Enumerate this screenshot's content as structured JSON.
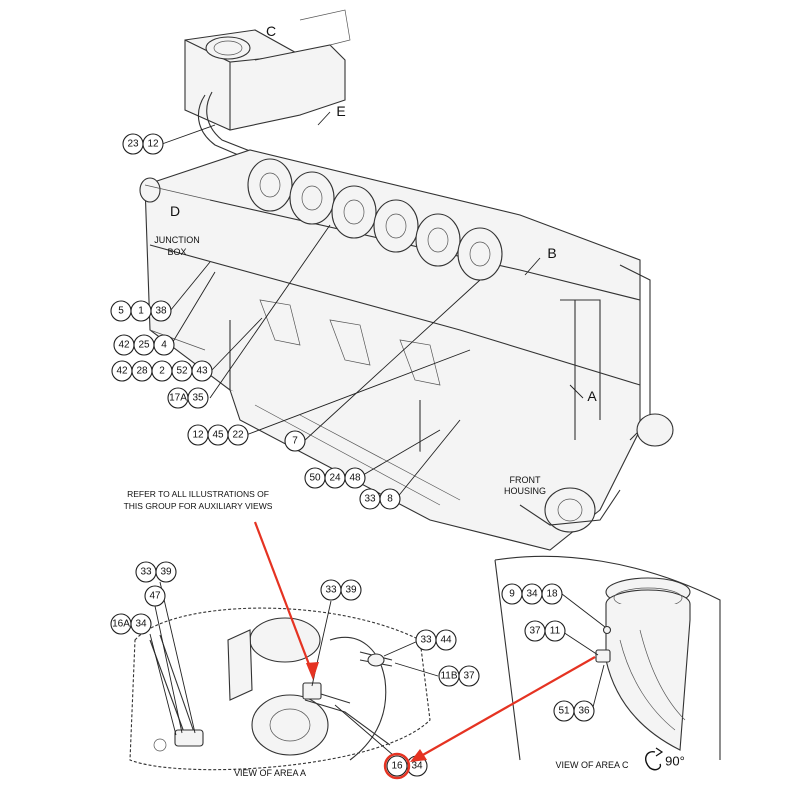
{
  "area_letters": {
    "a": "A",
    "b": "B",
    "c": "C",
    "d": "D",
    "e": "E"
  },
  "labels": {
    "junction_box": [
      "JUNCTION",
      "BOX"
    ],
    "front_housing": [
      "FRONT",
      "HOUSING"
    ],
    "refer_note": [
      "REFER TO ALL ILLUSTRATIONS OF",
      "THIS GROUP FOR AUXILIARY VIEWS"
    ],
    "view_area_a": "VIEW OF AREA  A",
    "view_area_c": "VIEW OF AREA  C",
    "rotation": "90°"
  },
  "callouts": {
    "main": [
      [
        "23",
        "12"
      ],
      [
        "5",
        "1",
        "38"
      ],
      [
        "42",
        "25",
        "4"
      ],
      [
        "42",
        "28",
        "2",
        "52",
        "43"
      ],
      [
        "17A",
        "35"
      ],
      [
        "12",
        "45",
        "22"
      ],
      [
        "7"
      ],
      [
        "50",
        "24",
        "48"
      ],
      [
        "33",
        "8"
      ]
    ],
    "view_a": [
      [
        "33",
        "39"
      ],
      [
        "47"
      ],
      [
        "16A",
        "34"
      ],
      [
        "33",
        "39"
      ],
      [
        "33",
        "44"
      ],
      [
        "11B",
        "37"
      ],
      [
        "16",
        "34"
      ]
    ],
    "view_c": [
      [
        "9",
        "34",
        "18"
      ],
      [
        "37",
        "11"
      ],
      [
        "51",
        "36"
      ]
    ]
  },
  "highlight": {
    "part": "16",
    "color": "#e53322"
  }
}
